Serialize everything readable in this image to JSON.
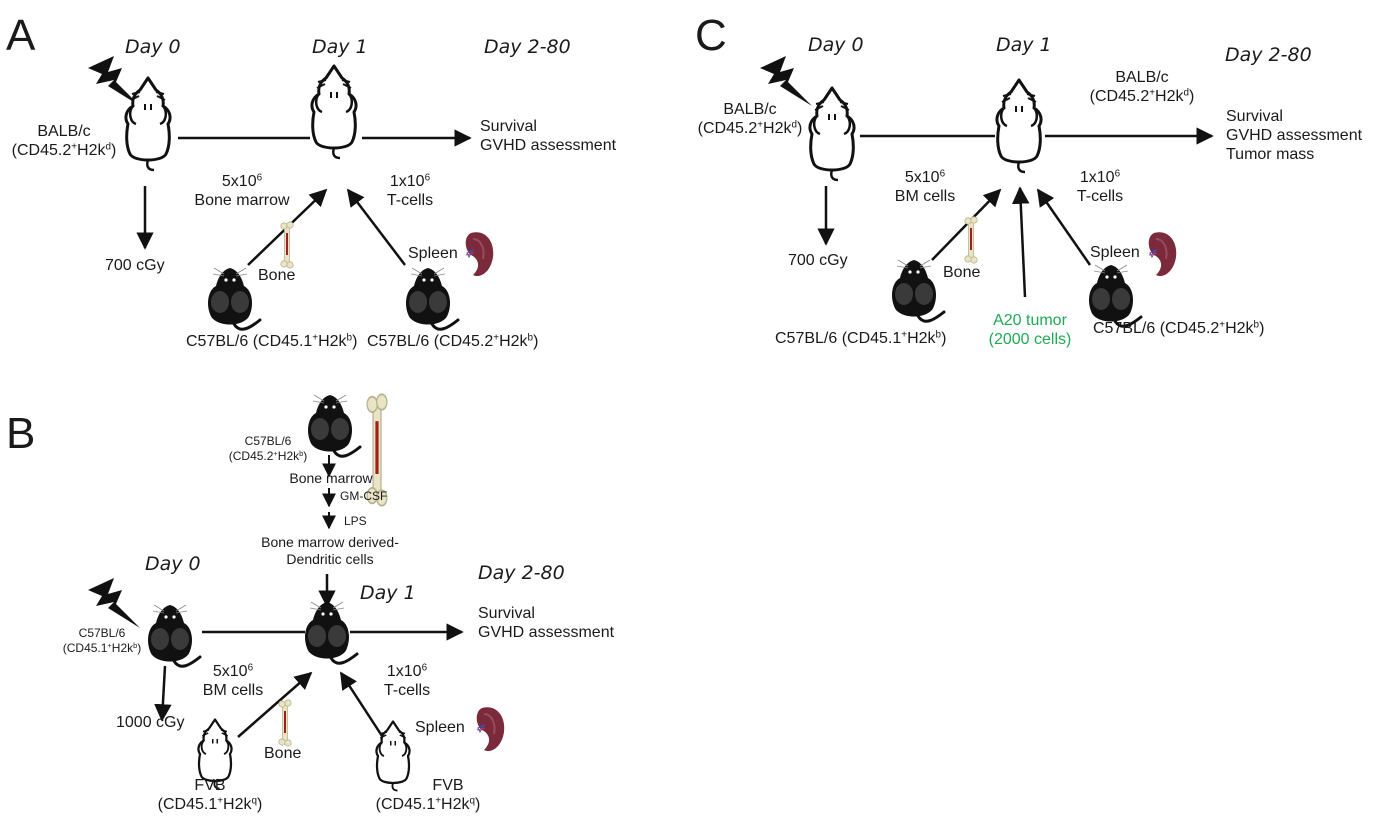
{
  "colors": {
    "line": "#111111",
    "tumor_text": "#1faa55",
    "spleen": "#7a2a3a",
    "bone": "#e8e4c4",
    "marrow": "#a02020"
  },
  "panels": {
    "A": {
      "letter": "A",
      "day0": "Day 0",
      "day1": "Day 1",
      "day2_80": "Day 2-80",
      "recipient": {
        "strain": "BALB/c",
        "marker_pre": "(CD45.2",
        "marker_sup1": "+",
        "marker_mid": "H2k",
        "marker_sup2": "d",
        "marker_post": ")"
      },
      "irradiation": "700 cGy",
      "outcomes": [
        "Survival",
        "GVHD assessment"
      ],
      "bm_dose_pre": "5x10",
      "bm_dose_exp": "6",
      "bm_label": "Bone marrow",
      "tcell_dose_pre": "1x10",
      "tcell_dose_exp": "6",
      "tcell_label": "T-cells",
      "bone_label": "Bone",
      "spleen_label": "Spleen",
      "donor_bm": {
        "strain": "C57BL/6",
        "marker_pre": " (CD45.1",
        "marker_sup1": "+",
        "marker_mid": "H2k",
        "marker_sup2": "b",
        "marker_post": ")"
      },
      "donor_t": {
        "strain": "C57BL/6",
        "marker_pre": " (CD45.2",
        "marker_sup1": "+",
        "marker_mid": "H2k",
        "marker_sup2": "b",
        "marker_post": ")"
      }
    },
    "B": {
      "letter": "B",
      "day0": "Day 0",
      "day1": "Day 1",
      "day2_80": "Day 2-80",
      "dc_donor": {
        "strain": "C57BL/6",
        "marker_pre": "(CD45.2",
        "marker_sup1": "+",
        "marker_mid": "H2k",
        "marker_sup2": "b",
        "marker_post": ")"
      },
      "dc_steps": [
        "Bone marrow",
        "GM-CSF",
        "LPS"
      ],
      "dc_result": [
        "Bone marrow derived-",
        "Dendritic cells"
      ],
      "recipient": {
        "strain": "C57BL/6",
        "marker_pre": "(CD45.1",
        "marker_sup1": "+",
        "marker_mid": "H2k",
        "marker_sup2": "b",
        "marker_post": ")"
      },
      "irradiation": "1000 cGy",
      "outcomes": [
        "Survival",
        "GVHD assessment"
      ],
      "bm_dose_pre": "5x10",
      "bm_dose_exp": "6",
      "bm_label": "BM cells",
      "tcell_dose_pre": "1x10",
      "tcell_dose_exp": "6",
      "tcell_label": "T-cells",
      "bone_label": "Bone",
      "spleen_label": "Spleen",
      "donor_bm": {
        "strain": "FVB",
        "marker_pre": "(CD45.1",
        "marker_sup1": "+",
        "marker_mid": "H2k",
        "marker_sup2": "q",
        "marker_post": ")"
      },
      "donor_t": {
        "strain": "FVB",
        "marker_pre": "(CD45.1",
        "marker_sup1": "+",
        "marker_mid": "H2k",
        "marker_sup2": "q",
        "marker_post": ")"
      }
    },
    "C": {
      "letter": "C",
      "day0": "Day 0",
      "day1": "Day 1",
      "day2_80": "Day 2-80",
      "recipient": {
        "strain": "BALB/c",
        "marker_pre": "(CD45.2",
        "marker_sup1": "+",
        "marker_mid": "H2k",
        "marker_sup2": "d",
        "marker_post": ")"
      },
      "recipient_day1": {
        "strain": "BALB/c",
        "marker_pre": "(CD45.2",
        "marker_sup1": "+",
        "marker_mid": "H2k",
        "marker_sup2": "d",
        "marker_post": ")"
      },
      "irradiation": "700 cGy",
      "outcomes": [
        "Survival",
        "GVHD assessment",
        "Tumor mass"
      ],
      "bm_dose_pre": "5x10",
      "bm_dose_exp": "6",
      "bm_label": "BM cells",
      "tcell_dose_pre": "1x10",
      "tcell_dose_exp": "6",
      "tcell_label": "T-cells",
      "bone_label": "Bone",
      "spleen_label": "Spleen",
      "tumor": [
        "A20 tumor",
        "(2000 cells)"
      ],
      "donor_bm": {
        "strain": "C57BL/6",
        "marker_pre": " (CD45.1",
        "marker_sup1": "+",
        "marker_mid": "H2k",
        "marker_sup2": "b",
        "marker_post": ")"
      },
      "donor_t": {
        "strain": "C57BL/6",
        "marker_pre": " (CD45.2",
        "marker_sup1": "+",
        "marker_mid": "H2k",
        "marker_sup2": "b",
        "marker_post": ")"
      }
    }
  }
}
